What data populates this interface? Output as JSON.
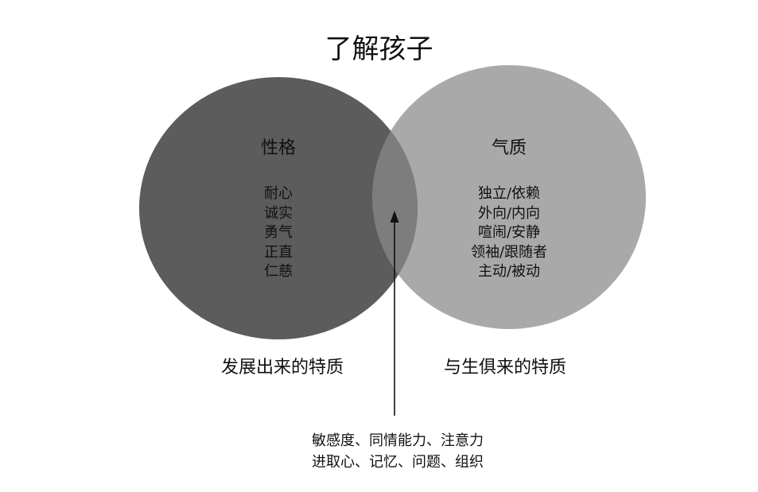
{
  "title": "了解孩子",
  "left_circle": {
    "label": "性格",
    "items": [
      "耐心",
      "诚实",
      "勇气",
      "正直",
      "仁慈"
    ],
    "caption": "发展出来的特质",
    "color": "#5c5c5c"
  },
  "right_circle": {
    "label": "气质",
    "items": [
      "独立/依赖",
      "外向/内向",
      "喧闹/安静",
      "领袖/跟随者",
      "主动/被动"
    ],
    "caption": "与生俱来的特质",
    "color": "#a9a9a9"
  },
  "overlap": {
    "color": "#7d7d7d",
    "lines": [
      "敏感度、同情能力、注意力",
      "进取心、记忆、问题、组织"
    ]
  }
}
